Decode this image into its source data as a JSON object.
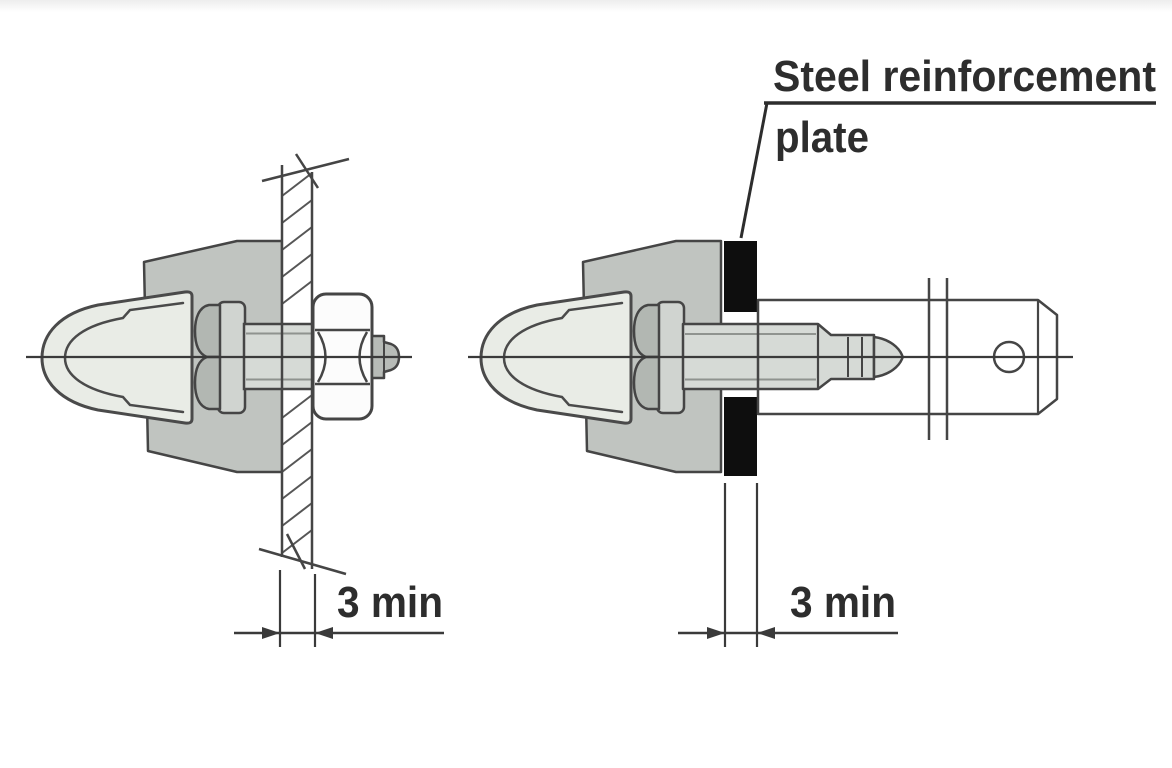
{
  "figure": {
    "type": "technical-installation-diagram",
    "callout": {
      "full_text": "Steel reinforcement plate",
      "line1": "Steel reinforcement",
      "line2": "plate"
    },
    "dimensions": {
      "left_view_min_thickness": "3 min",
      "right_view_min_thickness": "3 min"
    },
    "colors": {
      "line": "#454545",
      "centerline": "#3a3a3a",
      "clamp_body_gray": "#c0c4c0",
      "jaw_gray": "#b2b7b2",
      "block_gray": "#d0d4d0",
      "shaft_gray": "#d6dad6",
      "cap_light": "#e9ece6",
      "reinforcement_plate_black": "#0e0e0e",
      "background": "#ffffff",
      "text": "#2d2d2d"
    }
  }
}
